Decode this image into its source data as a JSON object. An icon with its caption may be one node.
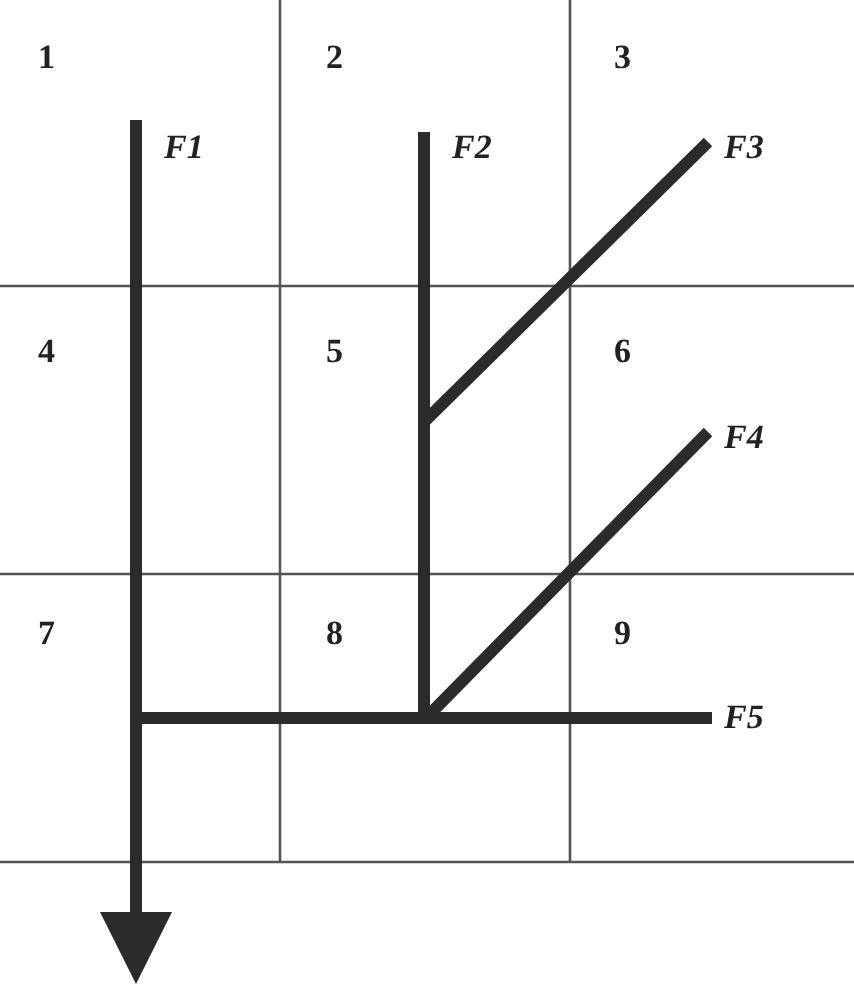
{
  "diagram": {
    "labels": [
      "1",
      "2",
      "3",
      "F1",
      "F2",
      "F3",
      "4",
      "5",
      "6",
      "F4",
      "7",
      "8",
      "9",
      "F5"
    ]
  }
}
